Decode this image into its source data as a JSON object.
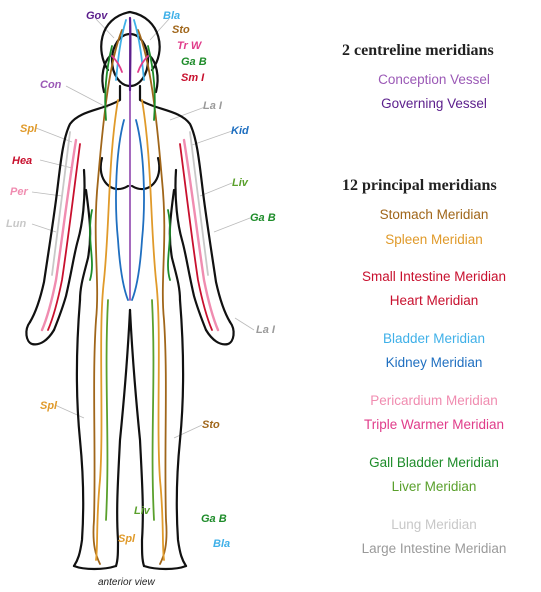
{
  "labels": {
    "gov": {
      "text": "Gov",
      "color": "#5b1e8c"
    },
    "bla_top": {
      "text": "Bla",
      "color": "#3fb0e8"
    },
    "sto_top": {
      "text": "Sto",
      "color": "#a0661a"
    },
    "trw": {
      "text": "Tr W",
      "color": "#e03c8a"
    },
    "gab_top": {
      "text": "Ga B",
      "color": "#1e8c2a"
    },
    "smi": {
      "text": "Sm I",
      "color": "#c8102e"
    },
    "con": {
      "text": "Con",
      "color": "#9b59b6"
    },
    "lai_top": {
      "text": "La I",
      "color": "#9a9a9a"
    },
    "spl_top": {
      "text": "Spl",
      "color": "#e09a2a"
    },
    "kid": {
      "text": "Kid",
      "color": "#1f6fc0"
    },
    "hea": {
      "text": "Hea",
      "color": "#c8102e"
    },
    "liv_top": {
      "text": "Liv",
      "color": "#5aa02c"
    },
    "per": {
      "text": "Per",
      "color": "#f08cb0"
    },
    "gab_mid": {
      "text": "Ga B",
      "color": "#1e8c2a"
    },
    "lun": {
      "text": "Lun",
      "color": "#c8c8c8"
    },
    "lai_mid": {
      "text": "La I",
      "color": "#9a9a9a"
    },
    "spl_mid": {
      "text": "Spl",
      "color": "#e09a2a"
    },
    "sto_mid": {
      "text": "Sto",
      "color": "#a0661a"
    },
    "liv_bot": {
      "text": "Liv",
      "color": "#5aa02c"
    },
    "gab_bot": {
      "text": "Ga B",
      "color": "#1e8c2a"
    },
    "spl_bot": {
      "text": "Spl",
      "color": "#e09a2a"
    },
    "bla_bot": {
      "text": "Bla",
      "color": "#3fb0e8"
    }
  },
  "caption": "anterior view",
  "legend": {
    "heading1": "2 centreline meridians",
    "heading2": "12 principal meridians",
    "items": [
      {
        "text": "Conception Vessel",
        "color": "#9b59b6"
      },
      {
        "text": "Governing Vessel",
        "color": "#5b1e8c"
      },
      {
        "text": "Stomach Meridian",
        "color": "#a0661a"
      },
      {
        "text": "Spleen Meridian",
        "color": "#e09a2a"
      },
      {
        "text": "Small Intestine Meridian",
        "color": "#c8102e"
      },
      {
        "text": "Heart Meridian",
        "color": "#c8102e"
      },
      {
        "text": "Bladder Meridian",
        "color": "#3fb0e8"
      },
      {
        "text": "Kidney Meridian",
        "color": "#1f6fc0"
      },
      {
        "text": "Pericardium Meridian",
        "color": "#f08cb0"
      },
      {
        "text": "Triple Warmer Meridian",
        "color": "#e03c8a"
      },
      {
        "text": "Gall Bladder Meridian",
        "color": "#1e8c2a"
      },
      {
        "text": "Liver Meridian",
        "color": "#5aa02c"
      },
      {
        "text": "Lung Meridian",
        "color": "#c8c8c8"
      },
      {
        "text": "Large Intestine Meridian",
        "color": "#9a9a9a"
      }
    ]
  }
}
